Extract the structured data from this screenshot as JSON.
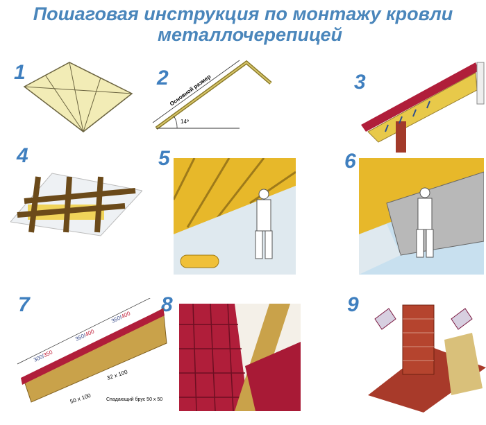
{
  "title": {
    "line1": "Пошаговая инструкция по монтажу кровли",
    "line2": "металлочерепицей"
  },
  "steps": [
    {
      "number": "1"
    },
    {
      "number": "2",
      "labels": {
        "length": "Основной размер",
        "angle": "14º"
      }
    },
    {
      "number": "3"
    },
    {
      "number": "4"
    },
    {
      "number": "5"
    },
    {
      "number": "6"
    },
    {
      "number": "7",
      "labels": {
        "span1a": "300",
        "span1b": "350",
        "span2a": "350",
        "span2b": "400",
        "span3a": "350",
        "span3b": "400",
        "batten": "32 x 100",
        "rafter": "50 x 100",
        "eave_beam": "Спадающий брус 50 x 50"
      }
    },
    {
      "number": "8"
    },
    {
      "number": "9"
    }
  ],
  "colors": {
    "title": "#4a86bb",
    "metal": "#b01e3a",
    "wood": "#c9a24a",
    "insulation": "#e8c94a"
  }
}
